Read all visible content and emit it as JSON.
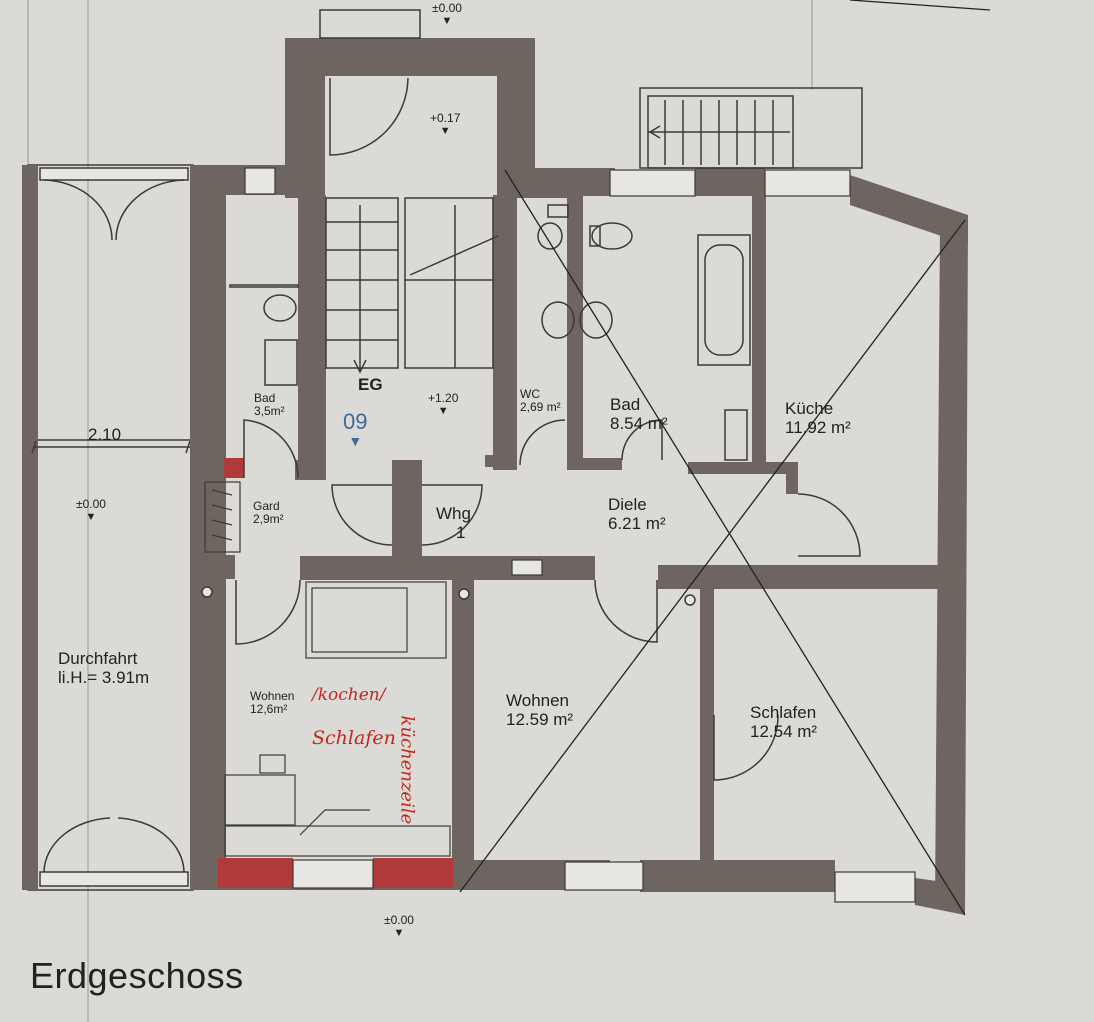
{
  "colors": {
    "wall": "#6e6560",
    "paper": "#dcdad6",
    "line": "#3a3a3a",
    "red_wall": "#b03a3a",
    "annotation": "#c0281c",
    "marker": "#3f6a9a"
  },
  "title": "Erdgeschoss",
  "levels": [
    "±0.00",
    "+0.17",
    "+1.20",
    "±0.00",
    "±0.00"
  ],
  "labels": {
    "eg": "EG",
    "marker_number": "09",
    "dim_210": "2.10",
    "bad_small_name": "Bad",
    "bad_small_area": "3,5m²",
    "wc_name": "WC",
    "wc_area": "2,69 m²",
    "bad_name": "Bad",
    "bad_area": "8.54 m²",
    "kueche_name": "Küche",
    "kueche_area": "11.92 m²",
    "gard_name": "Gard",
    "gard_area": "2,9m²",
    "whg_name": "Whg",
    "whg_num": "1",
    "diele_name": "Diele",
    "diele_area": "6.21 m²",
    "durchfahrt_name": "Durchfahrt",
    "durchfahrt_height": "li.H.= 3.91m",
    "wohnen_small_name": "Wohnen",
    "wohnen_small_area": "12,6m²",
    "wohnen_name": "Wohnen",
    "wohnen_area": "12.59 m²",
    "schlafen_name": "Schlafen",
    "schlafen_area": "12.54 m²"
  },
  "handwriting": {
    "kochen": "/kochen/",
    "schlafen": "Schlafen",
    "kuechenzeile": "küchenzeile"
  }
}
